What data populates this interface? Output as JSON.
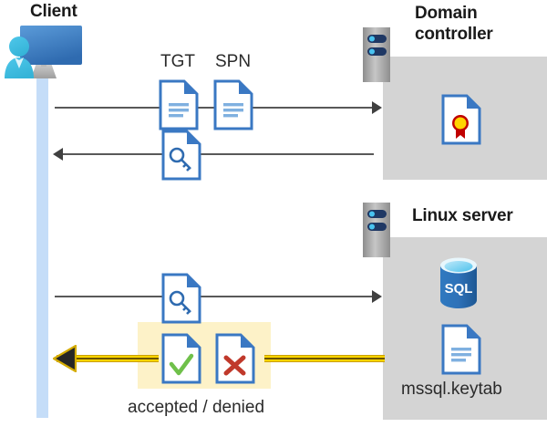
{
  "diagram": {
    "title_client": "Client",
    "title_domain_controller": "Domain\ncontroller",
    "title_domain_controller_line1": "Domain",
    "title_domain_controller_line2": "controller",
    "title_linux_server": "Linux server",
    "labels": {
      "tgt": "TGT",
      "spn": "SPN",
      "accepted_denied": "accepted / denied",
      "mssql_keytab": "mssql.keytab"
    },
    "icons": {
      "client": "client-workstation-icon",
      "server_rack_dc": "server-rack-icon",
      "server_rack_linux": "server-rack-icon",
      "tgt_doc": "document-icon",
      "spn_doc": "document-icon",
      "ticket_key_doc_top": "document-key-icon",
      "ticket_key_doc_bottom": "document-key-icon",
      "certificate_doc": "document-certificate-icon",
      "sql_database": "sql-database-icon",
      "keytab_doc": "document-icon",
      "accepted_doc": "document-check-icon",
      "denied_doc": "document-cross-icon"
    },
    "flows": [
      {
        "name": "flow-tgt-spn-request",
        "direction": "right",
        "from": "Client",
        "to": "Domain controller"
      },
      {
        "name": "flow-ticket-response",
        "direction": "left",
        "from": "Domain controller",
        "to": "Client"
      },
      {
        "name": "flow-service-ticket-request",
        "direction": "right",
        "from": "Client",
        "to": "Linux server"
      },
      {
        "name": "flow-accepted-denied-response",
        "direction": "left",
        "from": "Linux server",
        "to": "Client"
      }
    ],
    "colors": {
      "panel_gray": "#d4d4d4",
      "lifeline_blue": "#c5ddf8",
      "highlight_yellow": "#fdf2c8",
      "arrow_yellow": "#ffd400",
      "doc_blue": "#3a78c3",
      "accept_green": "#6fc04a",
      "deny_red": "#c0392b",
      "sql_blue": "#2e71b8",
      "line_gray": "#595959"
    }
  }
}
